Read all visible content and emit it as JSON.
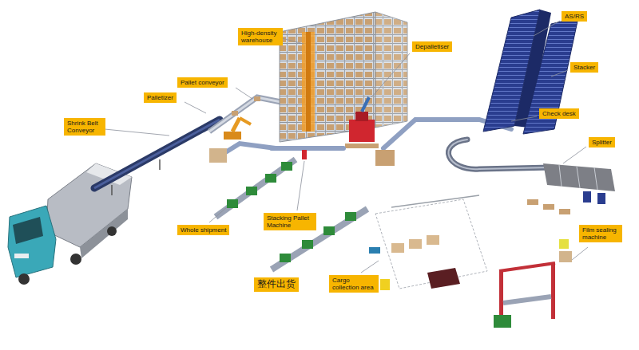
{
  "diagram": {
    "nodes": [
      {
        "text": [
          "AS/RS"
        ]
      },
      {
        "text": [
          "High-density warehouse"
        ]
      },
      {
        "text": [
          "Depalletiser"
        ]
      },
      {
        "text": [
          "Stacker"
        ]
      },
      {
        "text": [
          "Pallet conveyor"
        ]
      },
      {
        "text": [
          "Palletizer"
        ]
      },
      {
        "text": [
          "Check desk"
        ]
      },
      {
        "text": [
          "Shrink Belt Conveyor"
        ]
      },
      {
        "text": [
          "Splitter"
        ]
      },
      {
        "text": [
          "Stacking Pallet Machine"
        ]
      },
      {
        "text": [
          "Whole shipment"
        ]
      },
      {
        "text": [
          "Film sealing machine"
        ]
      },
      {
        "text": [
          "Cargo collection area"
        ]
      },
      {
        "text": [
          "整件出货"
        ]
      }
    ]
  }
}
